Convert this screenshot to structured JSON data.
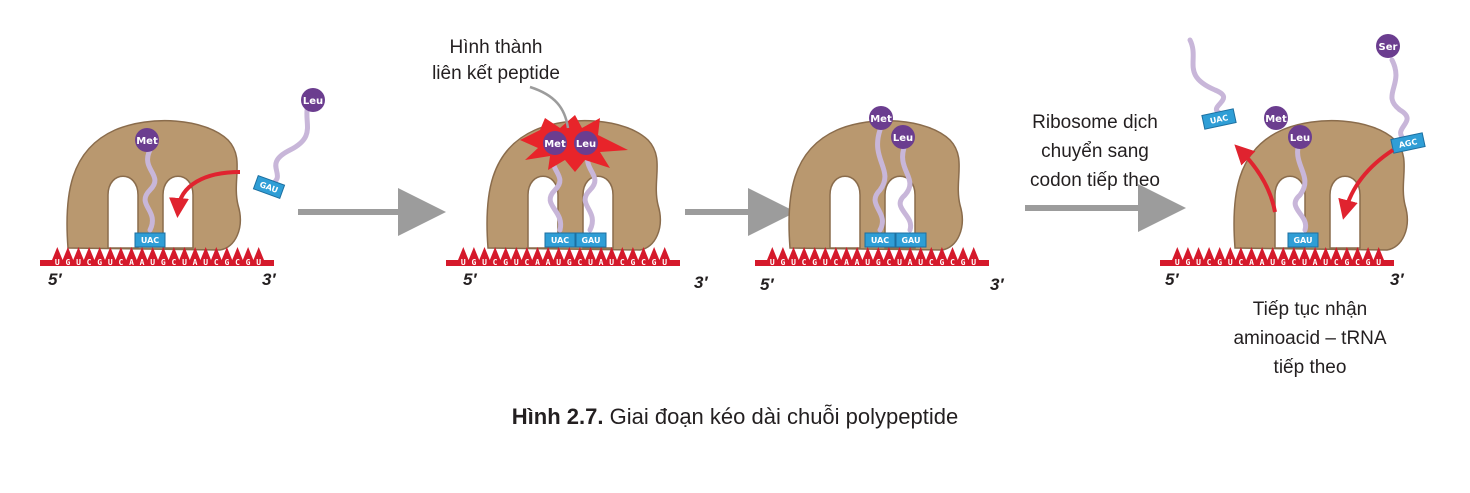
{
  "figure": {
    "caption_number": "Hình 2.7.",
    "caption_text": "Giai đoạn kéo dài chuỗi polypeptide"
  },
  "labels": {
    "peptide_bond_line1": "Hình thành",
    "peptide_bond_line2": "liên kết peptide",
    "translocation_line1": "Ribosome dịch",
    "translocation_line2": "chuyển sang",
    "translocation_line3": "codon tiếp theo",
    "next_trna_line1": "Tiếp tục nhận",
    "next_trna_line2": "aminoacid – tRNA",
    "next_trna_line3": "tiếp theo"
  },
  "mrna": {
    "sequence": "UGUCGUCAAUGCUAUCGCGU",
    "five_prime": "5′",
    "three_prime": "3′"
  },
  "amino_acids": {
    "met": "Met",
    "leu": "Leu",
    "ser": "Ser"
  },
  "anticodons": {
    "met": "UAC",
    "leu": "GAU",
    "ser": "AGC"
  },
  "colors": {
    "ribosome": "#b9986f",
    "ribosome_stroke": "#8a6c4c",
    "mrna": "#d5192b",
    "amino_acid": "#6b3d8f",
    "trna": "#c8b6d9",
    "anticodon": "#2f9ed6",
    "arrow_red": "#e0232f",
    "arrow_gray": "#9c9c9c",
    "burst": "#e8242a"
  }
}
